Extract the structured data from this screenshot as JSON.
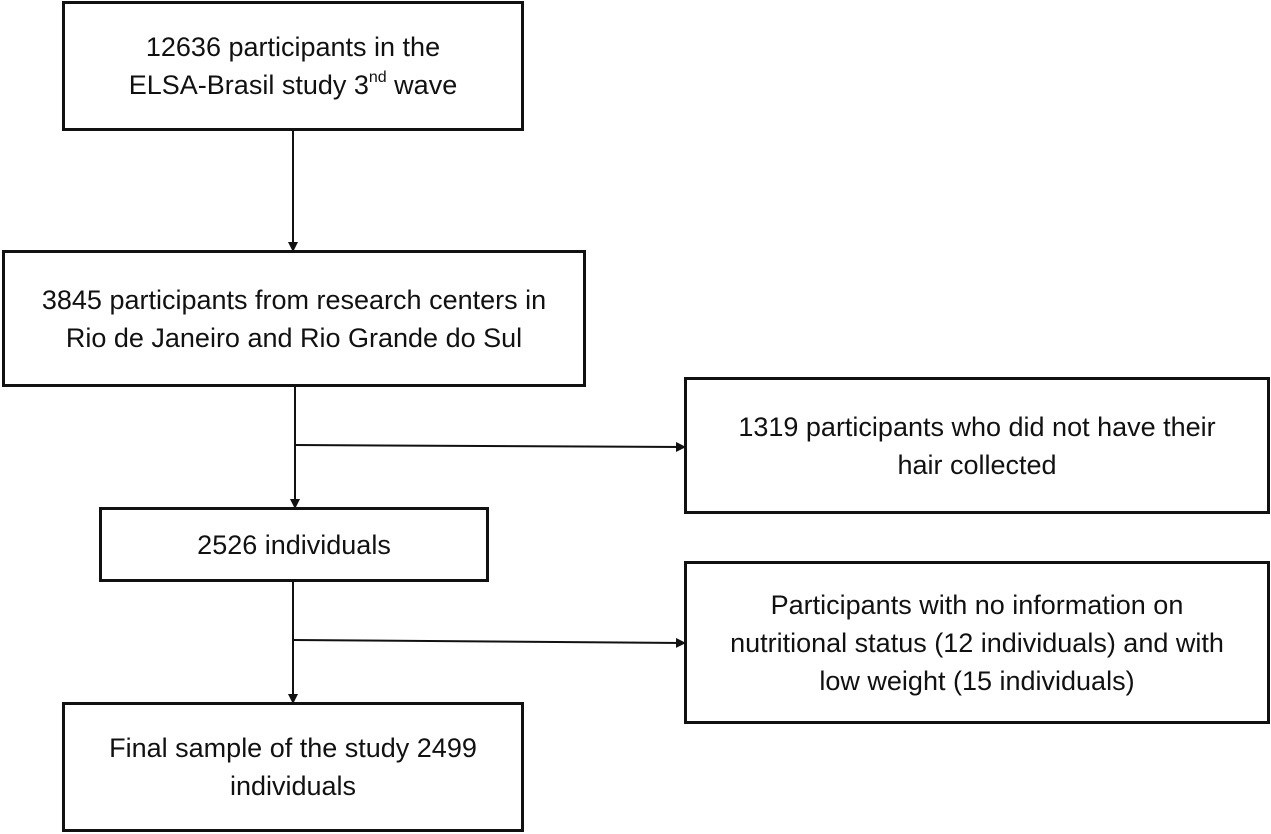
{
  "boxes": {
    "start": {
      "line1": "12636 participants in the",
      "line2_pre": "ELSA-Brasil study 3",
      "line2_sup": "nd",
      "line2_post": " wave"
    },
    "centers": {
      "text": "3845 participants from research centers in\nRio de Janeiro and Rio Grande do Sul"
    },
    "excluded_hair": {
      "text": "1319 participants who did not have their\nhair collected"
    },
    "individuals": {
      "text": "2526 individuals"
    },
    "excluded_nutrition": {
      "text": "Participants with no information on\nnutritional status (12 individuals) and with\nlow weight (15 individuals)"
    },
    "final": {
      "text": "Final sample of the study 2499\nindividuals"
    }
  },
  "colors": {
    "stroke": "#111111",
    "background": "#ffffff"
  }
}
